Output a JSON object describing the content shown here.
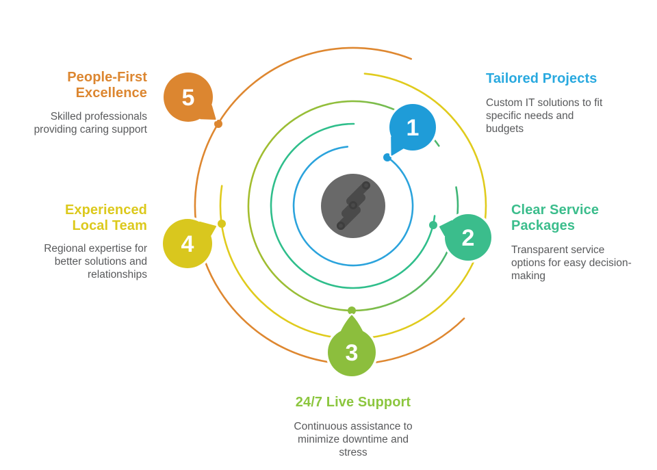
{
  "diagram": {
    "background": "#FFFFFF",
    "body_text_color": "#58595B",
    "center": {
      "icon": "three-diagonal-bars-logo",
      "circle_color": "#696969",
      "bar_color": "#4A4A4A",
      "bar_dot_ring_color": "#3E3E3E"
    },
    "items": [
      {
        "number": "1",
        "title": "Tailored Projects",
        "description": "Custom IT solutions to fit specific needs and budgets",
        "bubble_color": "#1F9CD8",
        "title_color": "#29A9DF",
        "arc_color": "#2BA3DC"
      },
      {
        "number": "2",
        "title": "Clear Service Packages",
        "description": "Transparent service options for easy decision-making",
        "bubble_color": "#3BBD8C",
        "title_color": "#3BBD8C",
        "arc_color": "#2FBE8B"
      },
      {
        "number": "3",
        "title": "24/7 Live Support",
        "description": "Continuous assistance to minimize downtime and stress",
        "bubble_color": "#8CBE3D",
        "title_color": "#8CC63F",
        "arc_gradient": [
          "#A4BD2E",
          "#8CBE3F",
          "#3CB577"
        ]
      },
      {
        "number": "4",
        "title": "Experienced Local Team",
        "description": "Regional expertise for better solutions and relationships",
        "bubble_color": "#D9C71E",
        "title_color": "#DCC91C",
        "arc_color": "#E0CB1D"
      },
      {
        "number": "5",
        "title": "People-First Excellence",
        "description": "Skilled professionals providing caring support",
        "bubble_color": "#DC8630",
        "title_color": "#DC8630",
        "arc_color": "#DE8730"
      }
    ]
  }
}
